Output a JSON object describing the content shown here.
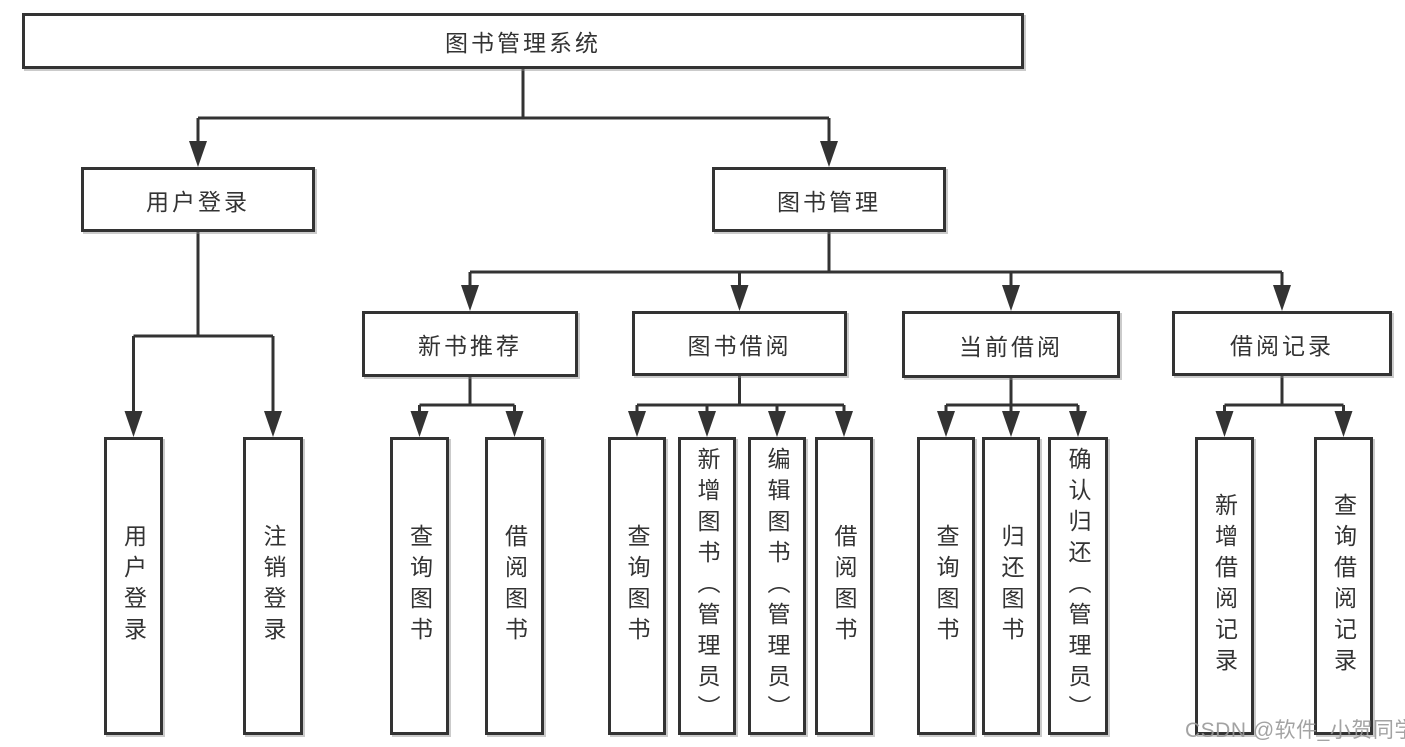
{
  "diagram": {
    "type": "hierarchy",
    "title": "图书管理系统"
  },
  "nodes": {
    "root": {
      "label": "图书管理系统"
    },
    "user_login": {
      "label": "用户登录"
    },
    "book_mgmt": {
      "label": "图书管理"
    },
    "new_book_rec": {
      "label": "新书推荐"
    },
    "book_borrow": {
      "label": "图书借阅"
    },
    "current_borrow": {
      "label": "当前借阅"
    },
    "borrow_record": {
      "label": "借阅记录"
    },
    "leaf_user_login": {
      "label": "用户登录"
    },
    "leaf_logout": {
      "label": "注销登录"
    },
    "leaf_query_book_a": {
      "label": "查询图书"
    },
    "leaf_borrow_book_a": {
      "label": "借阅图书"
    },
    "leaf_query_book_b": {
      "label": "查询图书"
    },
    "leaf_add_book": {
      "label": "新增图书（管理员）"
    },
    "leaf_edit_book": {
      "label": "编辑图书（管理员）"
    },
    "leaf_borrow_book_b": {
      "label": "借阅图书"
    },
    "leaf_query_book_c": {
      "label": "查询图书"
    },
    "leaf_return_book": {
      "label": "归还图书"
    },
    "leaf_confirm_return": {
      "label": "确认归还（管理员）"
    },
    "leaf_add_record": {
      "label": "新增借阅记录"
    },
    "leaf_query_record": {
      "label": "查询借阅记录"
    }
  },
  "hierarchy": {
    "图书管理系统": {
      "用户登录": [
        "用户登录",
        "注销登录"
      ],
      "图书管理": {
        "新书推荐": [
          "查询图书",
          "借阅图书"
        ],
        "图书借阅": [
          "查询图书",
          "新增图书（管理员）",
          "编辑图书（管理员）",
          "借阅图书"
        ],
        "当前借阅": [
          "查询图书",
          "归还图书",
          "确认归还（管理员）"
        ],
        "借阅记录": [
          "新增借阅记录",
          "查询借阅记录"
        ]
      }
    }
  },
  "watermark": {
    "text": "CSDN @软件_小贺同学"
  },
  "colors": {
    "line": "#333333",
    "text": "#333333",
    "background": "#ffffff",
    "watermark": "#999999"
  }
}
